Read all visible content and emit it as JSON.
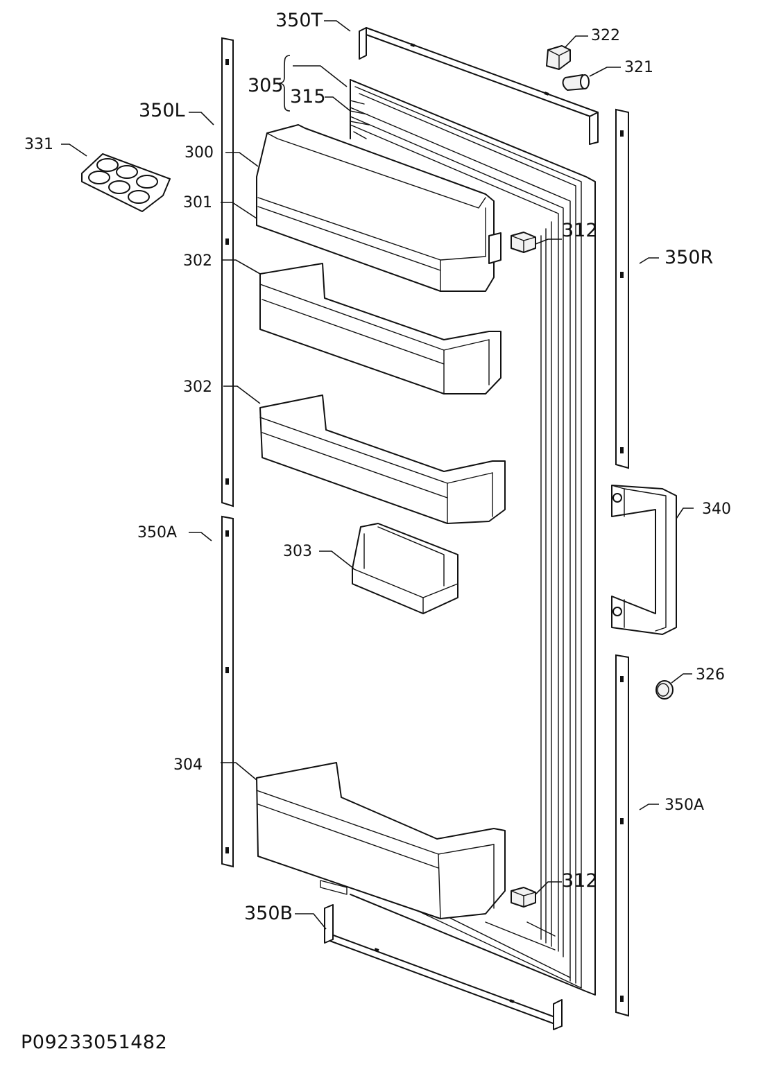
{
  "diagram_code": "P09233051482",
  "labels": {
    "p350T": "350T",
    "p322": "322",
    "p321": "321",
    "p305": "305",
    "p315": "315",
    "p350L": "350L",
    "p331": "331",
    "p300": "300",
    "p301": "301",
    "p312_top": "312",
    "p350R": "350R",
    "p302_a": "302",
    "p302_b": "302",
    "p340": "340",
    "p350A_left": "350A",
    "p303": "303",
    "p326": "326",
    "p304": "304",
    "p350A_right": "350A",
    "p312_bottom": "312",
    "p350B": "350B"
  }
}
